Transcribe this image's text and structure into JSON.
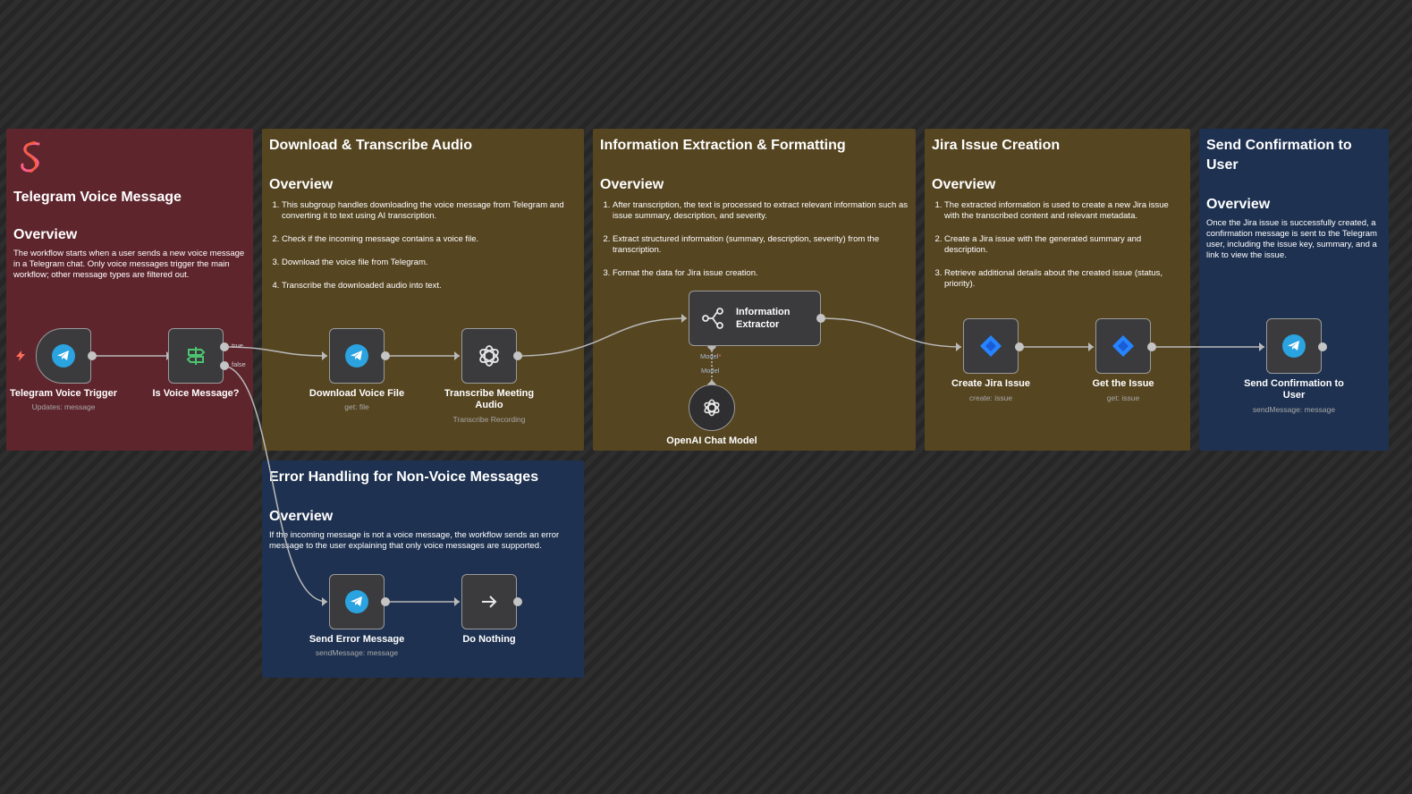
{
  "colors": {
    "red_sticky": "#5e252d",
    "olive_sticky": "#564521",
    "blue_sticky": "#1e3150",
    "telegram": "#2aa3e0",
    "jira": "#2684ff",
    "if_node": "#4cc36e"
  },
  "sticky_telegram": {
    "title": "Telegram Voice Message",
    "overview": "Overview",
    "text": "The workflow starts when a user sends a new voice message in a Telegram chat. Only voice messages trigger the main workflow; other message types are filtered out."
  },
  "sticky_download": {
    "title": "Download & Transcribe Audio",
    "overview": "Overview",
    "steps": [
      "This subgroup handles downloading the voice message from Telegram and converting it to text using AI transcription.",
      "Check if the incoming message contains a voice file.",
      "Download the voice file from Telegram.",
      "Transcribe the downloaded audio into text."
    ]
  },
  "sticky_extraction": {
    "title": "Information Extraction & Formatting",
    "overview": "Overview",
    "steps": [
      "After transcription, the text is processed to extract relevant information such as issue summary, description, and severity.",
      "Extract structured information (summary, description, severity) from the transcription.",
      "Format the data for Jira issue creation."
    ]
  },
  "sticky_jira": {
    "title": "Jira Issue Creation",
    "overview": "Overview",
    "steps": [
      "The extracted information is used to create a new Jira issue with the transcribed content and relevant metadata.",
      "Create a Jira issue with the generated summary and description.",
      "Retrieve additional details about the created issue (status, priority)."
    ]
  },
  "sticky_confirm": {
    "title": "Send Confirmation to User",
    "overview": "Overview",
    "text": "Once the Jira issue is successfully created, a confirmation message is sent to the Telegram user, including the issue key, summary, and a link to view the issue."
  },
  "sticky_error": {
    "title": "Error Handling for Non-Voice Messages",
    "overview": "Overview",
    "text": "If the incoming message is not a voice message, the workflow sends an error message to the user explaining that only voice messages are supported."
  },
  "nodes": {
    "trigger": {
      "name": "Telegram Voice Trigger",
      "sub": "Updates: message",
      "icon": "telegram-icon"
    },
    "if": {
      "name": "Is Voice Message?",
      "icon": "signpost-icon",
      "true_label": "true",
      "false_label": "false"
    },
    "download": {
      "name": "Download Voice File",
      "sub": "get: file",
      "icon": "telegram-icon"
    },
    "transcribe": {
      "name": "Transcribe Meeting Audio",
      "sub": "Transcribe Recording",
      "icon": "openai-icon"
    },
    "extractor": {
      "name": "Information Extractor",
      "icon": "extractor-icon",
      "model_port": "Model",
      "model_port_star": "*",
      "model_label": "Model"
    },
    "openai": {
      "name": "OpenAI Chat Model",
      "icon": "openai-icon"
    },
    "create_jira": {
      "name": "Create Jira Issue",
      "sub": "create: issue",
      "icon": "jira-icon"
    },
    "get_issue": {
      "name": "Get the Issue",
      "sub": "get: issue",
      "icon": "jira-icon"
    },
    "confirm": {
      "name": "Send Confirmation to User",
      "sub": "sendMessage: message",
      "icon": "telegram-icon"
    },
    "error": {
      "name": "Send Error Message",
      "sub": "sendMessage: message",
      "icon": "telegram-icon"
    },
    "nothing": {
      "name": "Do Nothing",
      "icon": "arrow-right-icon"
    }
  }
}
